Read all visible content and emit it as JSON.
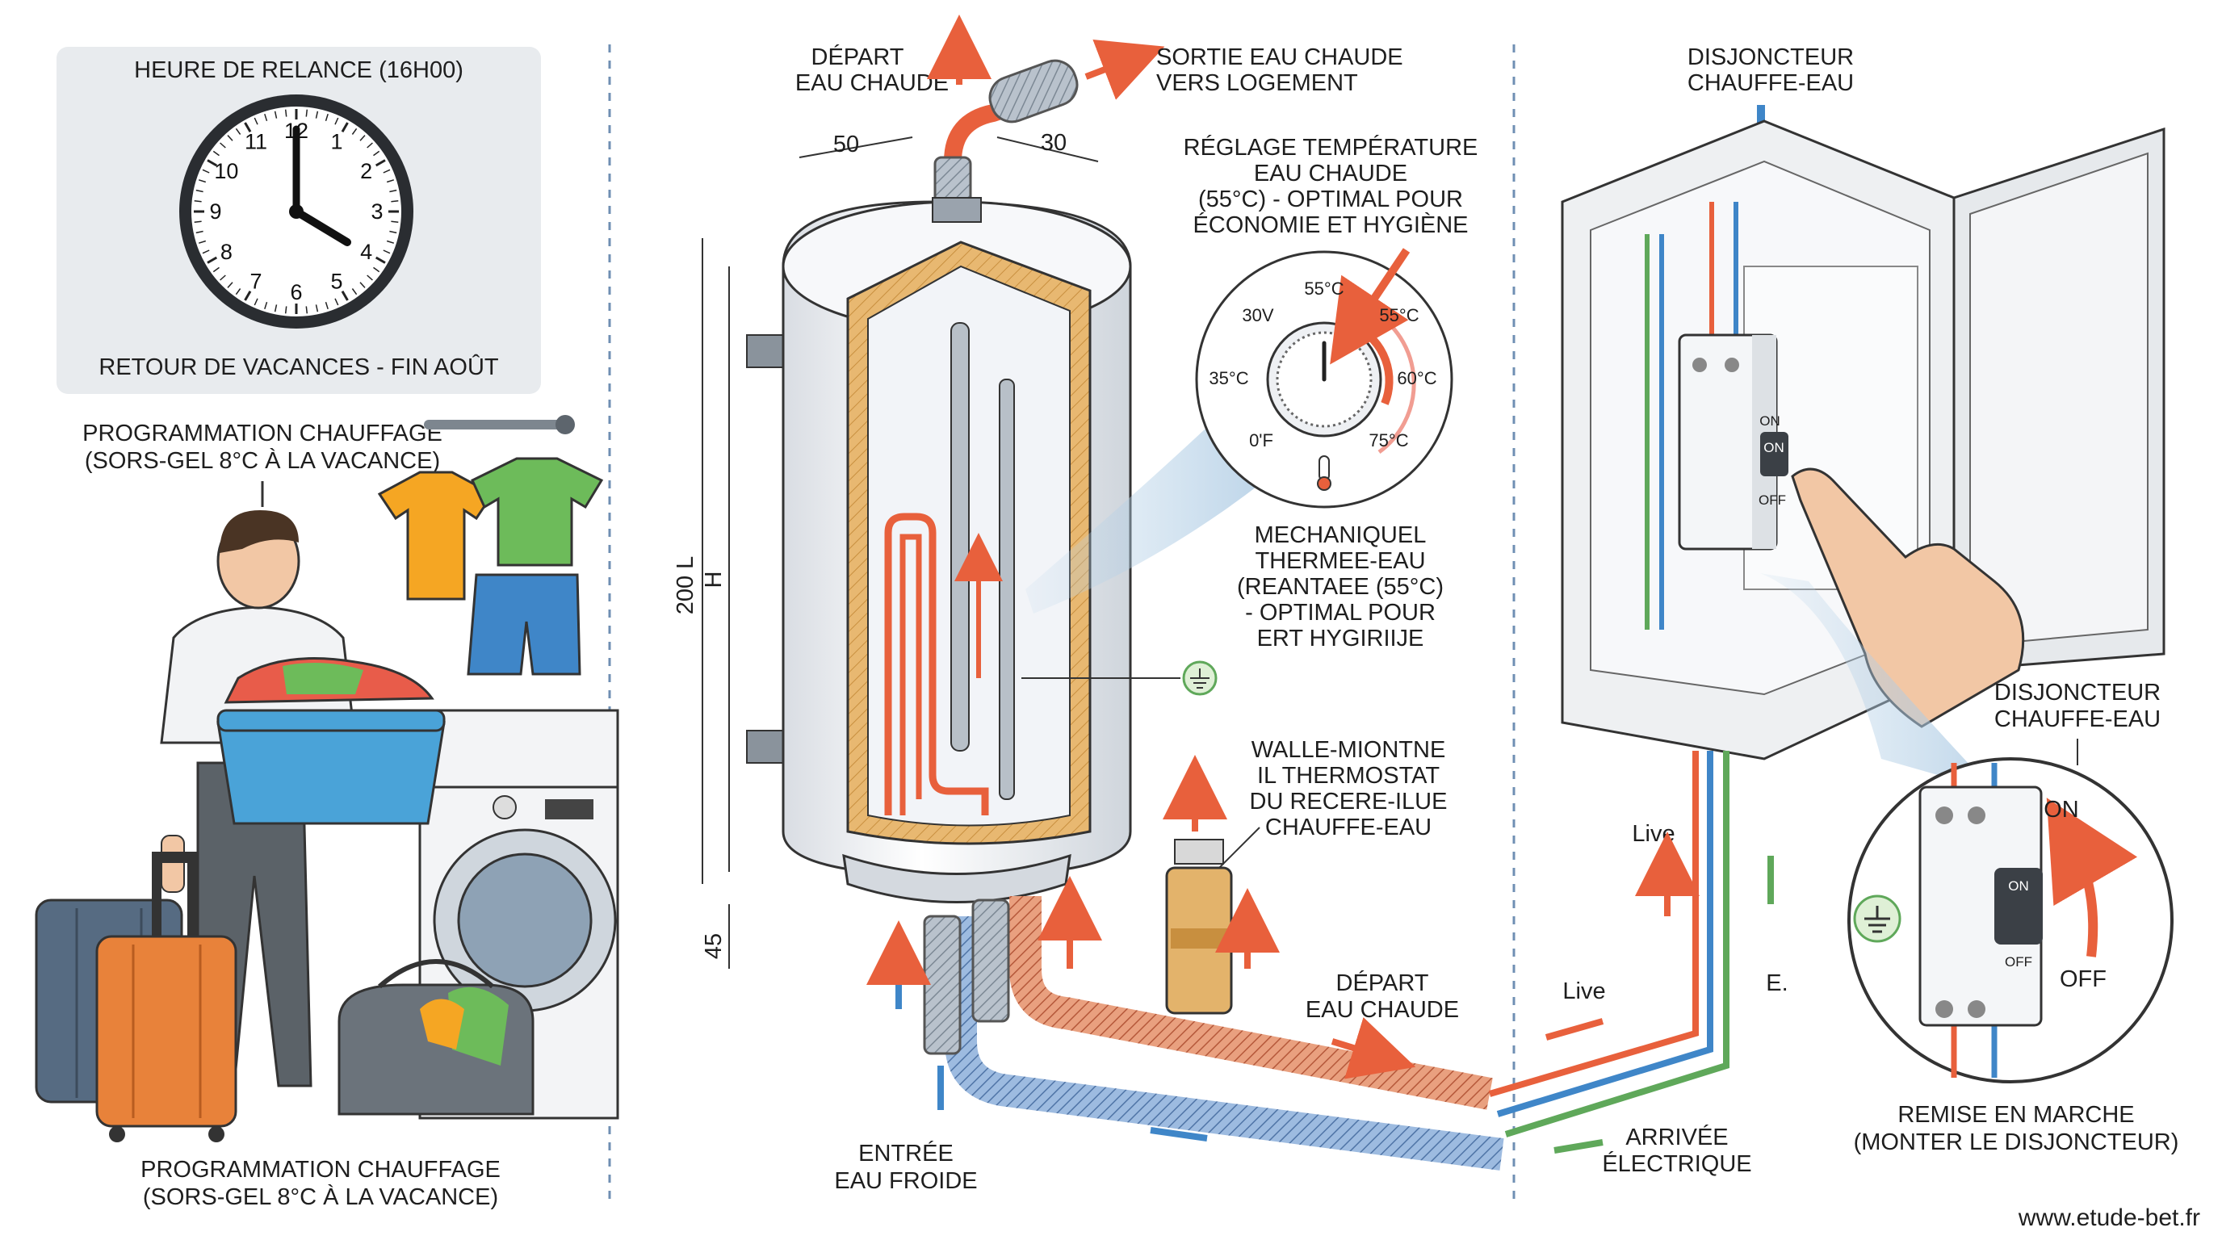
{
  "clock_panel": {
    "title": "HEURE DE RELANCE (16H00)",
    "caption": "RETOUR DE VACANCES - FIN AOÛT",
    "dial_numbers": [
      "12",
      "1",
      "2",
      "3",
      "4",
      "5",
      "6",
      "7",
      "8",
      "9",
      "10",
      "11"
    ]
  },
  "person_panel": {
    "top_label_line1": "PROGRAMMATION CHAUFFAGE",
    "top_label_line2": "(SORS-GEL 8°C À LA VACANCE)",
    "bottom_label_line1": "PROGRAMMATION CHAUFFAGE",
    "bottom_label_line2": "(SORS-GEL 8°C À LA VACANCE)"
  },
  "heater": {
    "depart_top_line1": "DÉPART",
    "depart_top_line2": "EAU CHAUDE",
    "sortie_line1": "SORTIE EAU CHAUDE",
    "sortie_line2": "VERS LOGEMENT",
    "dim_50": "50",
    "dim_30": "30",
    "dim_200l": "200 L",
    "dim_h": "H",
    "dim_45": "45",
    "reglage_line1": "RÉGLAGE TEMPÉRATURE",
    "reglage_line2": "EAU CHAUDE",
    "reglage_line3": "(55°C) - OPTIMAL POUR",
    "reglage_line4": "ÉCONOMIE ET HYGIÈNE",
    "dial_55_top": "55°C",
    "dial_30": "30V",
    "dial_55_right": "55°C",
    "dial_35": "35°C",
    "dial_60": "60°C",
    "dial_0": "0'F",
    "dial_75": "75°C",
    "mech_line1": "MECHANIQUEL",
    "mech_line2": "THERMEE-EAU",
    "mech_line3": "(REANTAEE (55°C)",
    "mech_line4": "- OPTIMAL POUR",
    "mech_line5": "ERT ΗYGIRΙIJE",
    "walle_line1": "WALLE-MIONTNE",
    "walle_line2": "IL THERMOSTAT",
    "walle_line3": "DU RECERE-ILUE",
    "walle_line4": "CHAUFFE-EAU",
    "depart_low_line1": "DÉPART",
    "depart_low_line2": "EAU CHAUDE",
    "entree_line1": "ENTRÉE",
    "entree_line2": "EAU FROIDE"
  },
  "electrical": {
    "disj_top_line1": "DISJONCTEUR",
    "disj_top_line2": "CHAUFFE-EAU",
    "breaker_on": "ON",
    "breaker_on_switch": "ON",
    "breaker_off": "OFF",
    "live_upper": "Live",
    "live_lower": "Live",
    "earth": "E.",
    "arrivee_line1": "ARRIVÉE",
    "arrivee_line2": "ÉLECTRIQUE",
    "disj_right_line1": "DISJONCTEUR",
    "disj_right_line2": "CHAUFFE-EAU",
    "inset_on": "ON",
    "inset_off": "OFF",
    "inset_switch_on": "ON",
    "inset_switch_off": "OFF",
    "remise_line1": "REMISE EN MARCHE",
    "remise_line2": "(MONTER LE DISJONCTEUR)"
  },
  "footer": {
    "url": "www.etude-bet.fr"
  },
  "colors": {
    "hot": "#e8603c",
    "cold": "#3f86c8",
    "earth": "#5fa85a",
    "panel_bg": "#e8ebee",
    "insulation": "#e3b36b",
    "tank": "#f4f6f9"
  },
  "icons": [
    "clock-icon",
    "arrow-icon",
    "earth-symbol-icon",
    "thermometer-icon",
    "hand-icon"
  ]
}
